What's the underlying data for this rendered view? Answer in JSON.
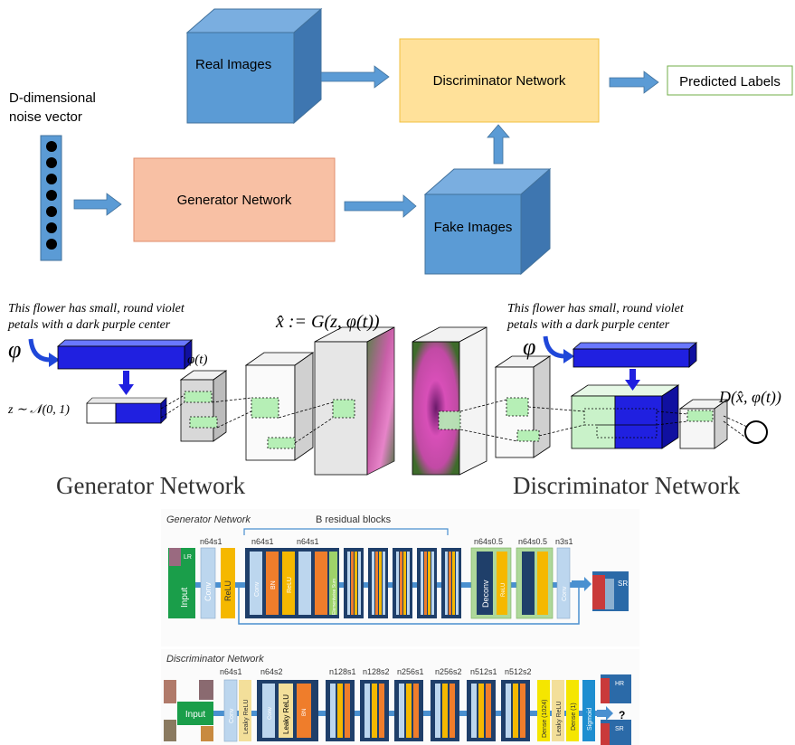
{
  "gan": {
    "noise_label_1": "D-dimensional",
    "noise_label_2": "noise vector",
    "real_images": "Real Images",
    "discriminator": "Discriminator Network",
    "predicted": "Predicted Labels",
    "generator": "Generator Network",
    "fake_images": "Fake Images",
    "colors": {
      "cube": "#5b9bd5",
      "generator": "#f8c0a4",
      "discriminator": "#ffe19a",
      "arrow": "#5b9bd5"
    }
  },
  "text2image": {
    "caption_left_1": "This flower has small, round violet",
    "caption_left_2": "petals with a dark purple center",
    "caption_right_1": "This flower has small, round violet",
    "caption_right_2": "petals with a dark purple center",
    "phi": "φ",
    "phi_t": "φ(t)",
    "z_label": "z ∼ 𝒩(0, 1)",
    "x_hat": "x̂ := G(z, φ(t))",
    "d_label": "D(x̂, φ(t))",
    "gen_title": "Generator Network",
    "disc_title": "Discriminator Network"
  },
  "srgan": {
    "gen_title": "Generator Network",
    "b_residual": "B residual blocks",
    "gen_tags": [
      "n64s1",
      "n64s1",
      "n64s1",
      "n64s0.5",
      "n64s0.5",
      "n3s1"
    ],
    "gen_layers": [
      "Input",
      "Conv",
      "ReLU",
      "Conv",
      "BN",
      "ReLU",
      "Conv",
      "Elementwise Sum",
      "Deconv",
      "ReLU",
      "Conv"
    ],
    "lr": "LR",
    "sr": "SR",
    "disc_title": "Discriminator Network",
    "disc_tags": [
      "n64s1",
      "n64s2",
      "n128s1",
      "n128s2",
      "n256s1",
      "n256s2",
      "n512s1",
      "n512s2"
    ],
    "disc_layers": [
      "Input",
      "Conv",
      "Leaky ReLU",
      "Conv",
      "Leaky ReLU",
      "BN",
      "Dense (1024)",
      "Leaky ReLU",
      "Dense (1)",
      "Sigmoid"
    ],
    "hr": "HR",
    "question": "?"
  }
}
